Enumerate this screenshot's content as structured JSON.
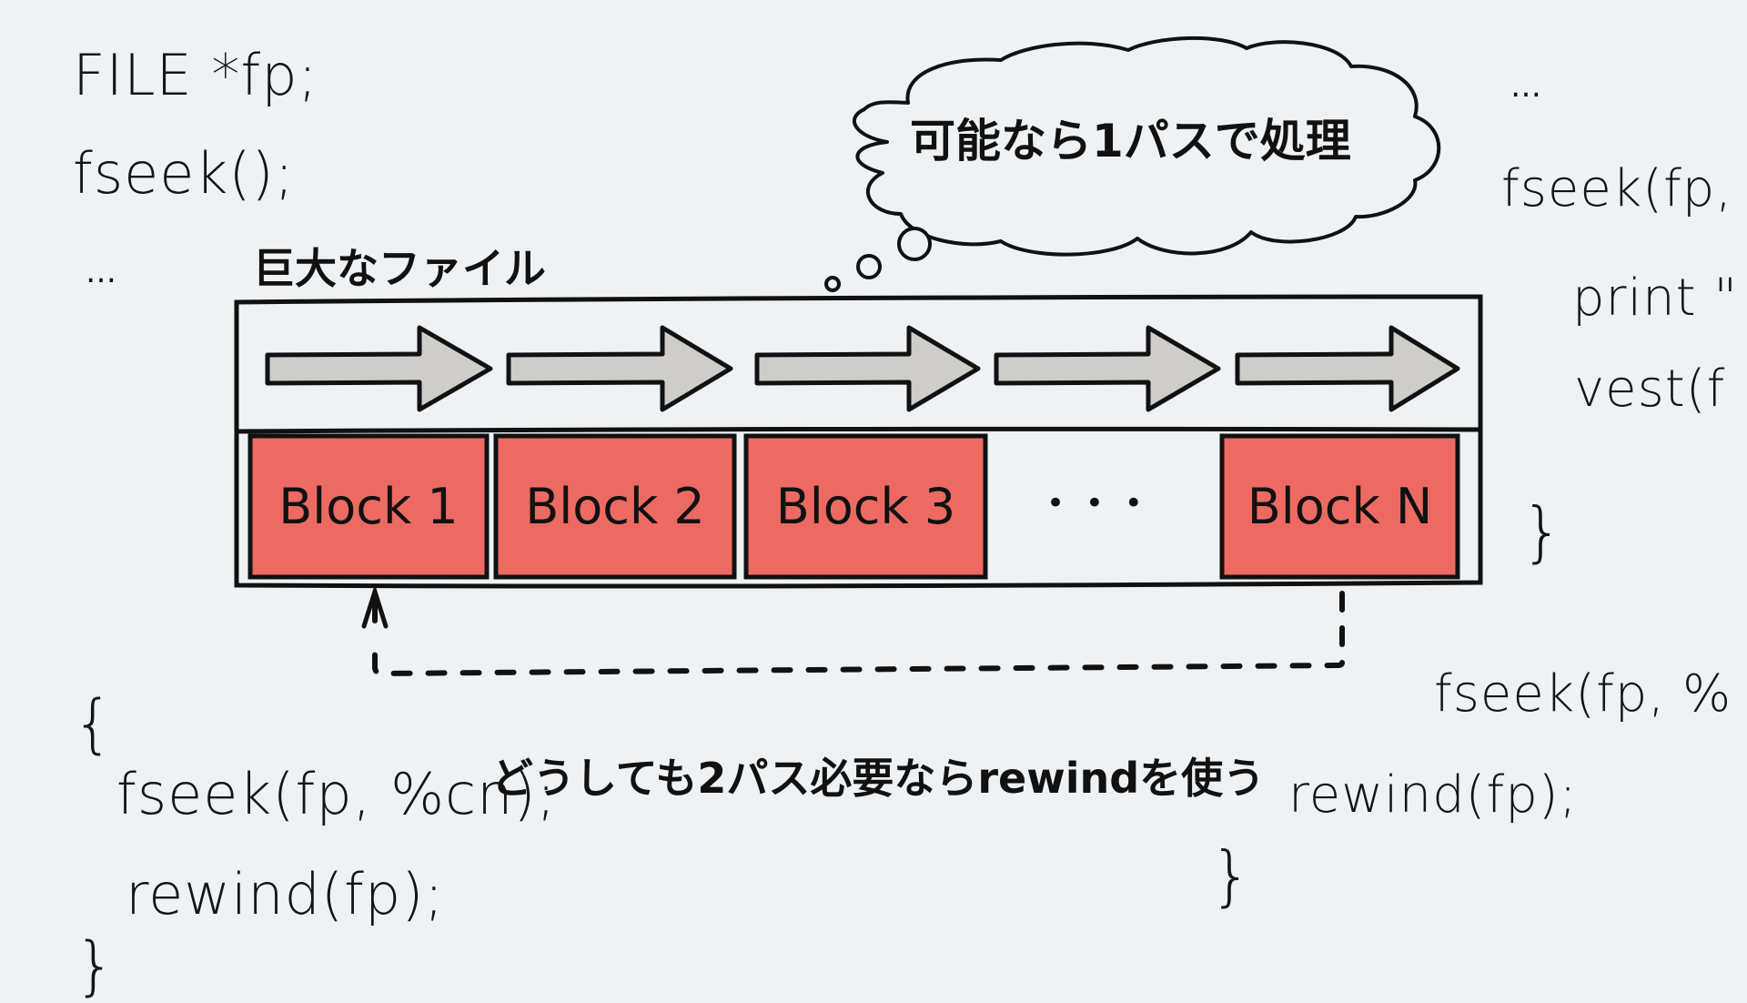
{
  "diagram": {
    "title_label": "巨大なファイル",
    "thought_bubble": "可能なら1パスで処理",
    "rewind_caption": "どうしても2パス必要ならrewindを使う",
    "blocks": [
      {
        "label": "Block 1",
        "filled": true
      },
      {
        "label": "Block 2",
        "filled": true
      },
      {
        "label": "Block 3",
        "filled": true
      },
      {
        "label": "…",
        "filled": false
      },
      {
        "label": "Block N",
        "filled": true
      }
    ],
    "ellipsis": "• • •",
    "arrow_count": 5,
    "colors": {
      "background": "#eef2f5",
      "block_fill": "#ec6a62",
      "arrow_fill": "#cfcdc9",
      "ink": "#111111"
    }
  },
  "code": {
    "top_left": {
      "line1": "FILE *fp;",
      "line2": "fseek();",
      "line3": "…"
    },
    "bottom_left": {
      "open_brace": "{",
      "line1": "fseek(fp, %cn);",
      "line2": "rewind(fp);",
      "close_brace": "}"
    },
    "top_right": {
      "ellipsis": "…",
      "line1": "fseek(fp,",
      "line2": "print \"",
      "line3": "vest(f",
      "close_brace": "}"
    },
    "bottom_right": {
      "line1": "fseek(fp, %",
      "line2": "rewind(fp);",
      "close_brace": "}"
    }
  }
}
